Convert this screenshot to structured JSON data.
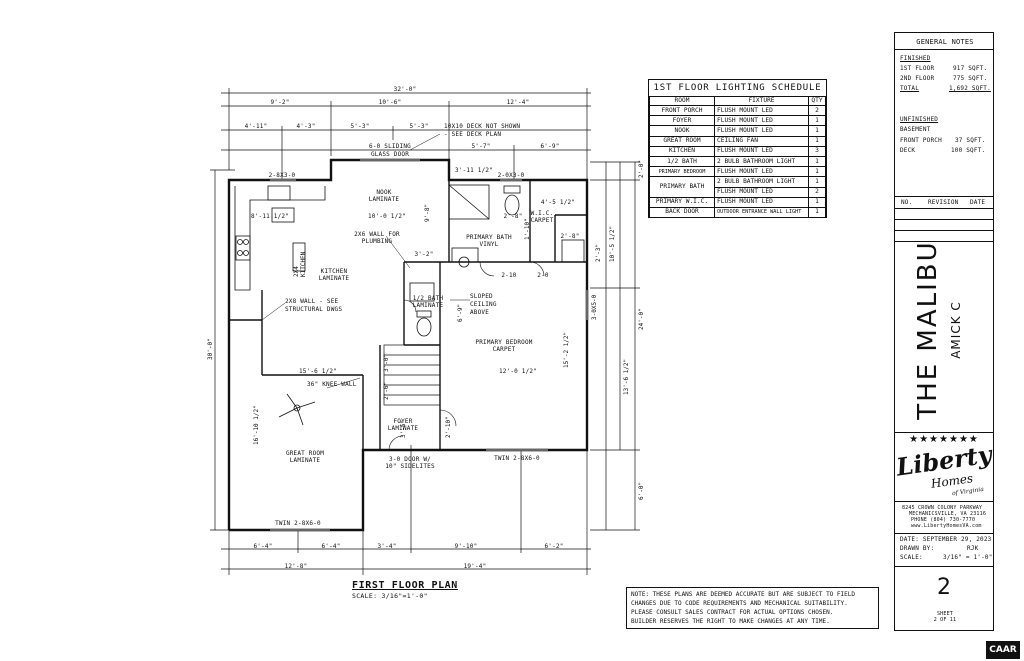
{
  "plan": {
    "title": "FIRST FLOOR PLAN",
    "scale": "SCALE: 3/16\"=1'-0\"",
    "dims_top": [
      "32'-0\"",
      "9'-2\"",
      "10'-6\"",
      "12'-4\"",
      "4'-11\"",
      "4'-3\"",
      "5'-3\"",
      "5'-3\"",
      "5'-7\"",
      "6'-9\""
    ],
    "dims_bottom": [
      "6'-4\"",
      "6'-4\"",
      "3'-4\"",
      "9'-10\"",
      "6'-2\"",
      "12'-8\"",
      "19'-4\""
    ],
    "dims_left": "30'-0\"",
    "dims_right": [
      "2'-0\"",
      "10'-5 1/2\"",
      "24'-0\"",
      "13'-6 1/2\"",
      "6'-0\""
    ],
    "labels": {
      "deck_note_1": "10X10 DECK NOT SHOWN",
      "deck_note_2": "- SEE DECK PLAN",
      "slider_1": "6-0 SLIDING",
      "slider_2": "GLASS DOOR",
      "win_kitchen": "2-8X3-0",
      "win_bath": "2-0X3-0",
      "nook_1": "NOOK",
      "nook_2": "LAMINATE",
      "dim_8_11": "8'-11 1/2\"",
      "dim_10_0": "10'-0 1/2\"",
      "dim_9_8": "9'-8\"",
      "dim_3_11": "3'-11 1/2\"",
      "dim_2_8": "2'-8\"",
      "dim_4_5": "4'-5 1/2\"",
      "dim_1_10": "1'-10\"",
      "dim_2_8b": "2'-8\"",
      "dim_2_3": "2'-3\"",
      "wic_1": "W.I.C.",
      "wic_2": "CARPET",
      "wall_1": "2X6 WALL FOR",
      "wall_2": "PLUMBING",
      "dim_3_2": "3'-2\"",
      "pbath_1": "PRIMARY BATH",
      "pbath_2": "VINYL",
      "island_1": "2X4",
      "island_2": "KITCHEN",
      "island_3": "ISLAND",
      "kitchen_1": "KITCHEN",
      "kitchen_2": "LAMINATE",
      "d2_10": "2-10",
      "d2_0": "2-0",
      "halfbath_1": "1/2 BATH",
      "halfbath_2": "LAMINATE",
      "ceiling_1": "SLOPED",
      "ceiling_2": "CEILING",
      "ceiling_3": "ABOVE",
      "struct_1": "2X8 WALL - SEE",
      "struct_2": "STRUCTURAL DWGS",
      "dim_6_9": "6'-9\"",
      "win_right": "3-0X5-0",
      "pbed_1": "PRIMARY BEDROOM",
      "pbed_2": "CARPET",
      "dim_15_2": "15'-2 1/2\"",
      "dim_15_6": "15'-6 1/2\"",
      "dim_12_0": "12'-0 1/2\"",
      "knee": "36\" KNEE WALL",
      "dim_3_0": "3'-0\"",
      "dim_2_6": "2'-6\"",
      "dim_16_10": "16'-10 1/2\"",
      "foyer_1": "FOYER",
      "foyer_2": "LAMINATE",
      "dim_3_5": "3'-5\"",
      "dim_2_10": "2'-10\"",
      "great_1": "GREAT ROOM",
      "great_2": "LAMINATE",
      "entry_1": "3-0 DOOR W/",
      "entry_2": "10\" SIDELITES",
      "twin_bottom_right": "TWIN 2-8X6-0",
      "twin_bottom_left": "TWIN 2-8X6-0"
    }
  },
  "schedule": {
    "title": "1ST FLOOR LIGHTING SCHEDULE",
    "headers": [
      "ROOM",
      "FIXTURE",
      "QTY"
    ],
    "rows": [
      [
        "FRONT PORCH",
        "FLUSH MOUNT LED",
        "2"
      ],
      [
        "FOYER",
        "FLUSH MOUNT LED",
        "1"
      ],
      [
        "NOOK",
        "FLUSH MOUNT LED",
        "1"
      ],
      [
        "GREAT ROOM",
        "CEILING FAN",
        "1"
      ],
      [
        "KITCHEN",
        "FLUSH MOUNT LED",
        "3"
      ],
      [
        "1/2 BATH",
        "2 BULB BATHROOM LIGHT",
        "1"
      ],
      [
        "PRIMARY BEDROOM",
        "FLUSH MOUNT LED",
        "1"
      ],
      [
        "PRIMARY BATH",
        "2 BULB BATHROOM LIGHT",
        "1"
      ],
      [
        "",
        "FLUSH MOUNT LED",
        "2"
      ],
      [
        "PRIMARY W.I.C.",
        "FLUSH MOUNT LED",
        "1"
      ],
      [
        "BACK DOOR",
        "OUTDOOR ENTRANCE WALL LIGHT",
        "1"
      ]
    ]
  },
  "title_block": {
    "general_notes": "GENERAL NOTES",
    "finished": "FINISHED",
    "finished_rows": [
      [
        "1ST FLOOR",
        "917 SQFT."
      ],
      [
        "2ND FLOOR",
        "775 SQFT."
      ],
      [
        "TOTAL",
        "1,692 SQFT."
      ]
    ],
    "unfinished": "UNFINISHED",
    "unfinished_rows": [
      [
        "BASEMENT",
        ""
      ],
      [
        "FRONT PORCH",
        "37 SQFT."
      ],
      [
        "DECK",
        "100 SQFT."
      ]
    ],
    "rev_headers": [
      "NO.",
      "REVISION",
      "DATE"
    ],
    "house_name": "THE MALIBU",
    "elevation": "AMICK C",
    "logo_main": "Liberty",
    "logo_sub": "Homes",
    "logo_small": "of Virginia",
    "stars": "★★★★★★★",
    "address_1": "8245 CROWN COLONY PARKWAY",
    "address_2": "MECHANICSVILLE, VA 23116",
    "address_3": "PHONE (804) 730-7770",
    "address_4": "www.LibertyHomesVA.com",
    "date": "DATE: SEPTEMBER 29, 2023",
    "drawn_label": "DRAWN BY:",
    "drawn_value": "RJK",
    "scale_label": "SCALE:",
    "scale_value": "3/16\" = 1'-0\"",
    "sheet_number": "2",
    "sheet_label": "SHEET",
    "sheet_of": "2 OF 11"
  },
  "disclaimer": [
    "NOTE: THESE PLANS ARE DEEMED ACCURATE BUT ARE SUBJECT TO FIELD",
    "CHANGES DUE TO CODE REQUIREMENTS AND MECHANICAL SUITABILITY.",
    "PLEASE CONSULT SALES CONTRACT FOR ACTUAL OPTIONS CHOSEN.",
    "BUILDER RESERVES THE RIGHT TO MAKE CHANGES AT ANY TIME."
  ],
  "watermark": "CAAR"
}
